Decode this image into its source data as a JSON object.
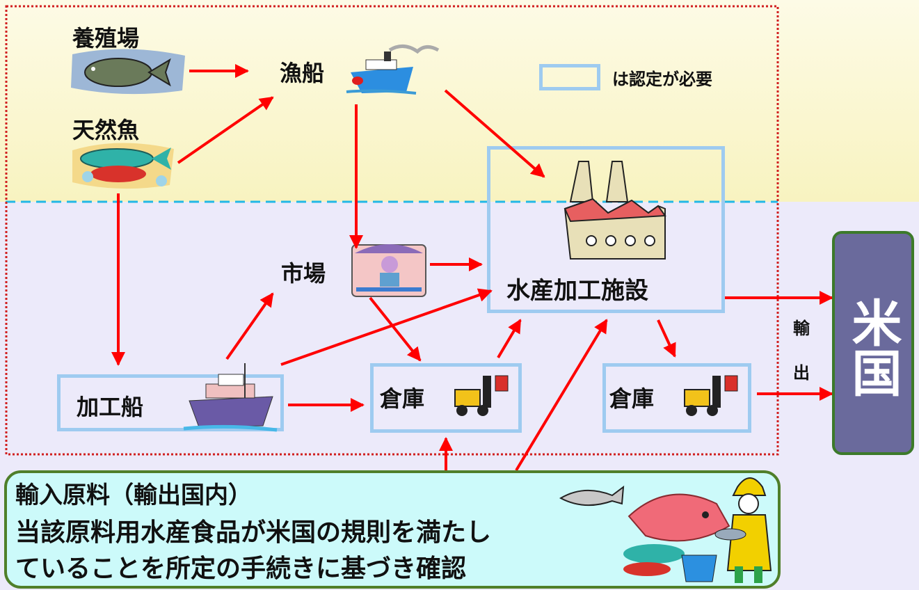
{
  "nodes": {
    "farm": "養殖場",
    "wild_fish": "天然魚",
    "fishing_boat": "漁船",
    "market": "市場",
    "processing_facility": "水産加工施設",
    "processing_ship": "加工船",
    "warehouse_1": "倉庫",
    "warehouse_2": "倉庫",
    "usa": "米国"
  },
  "export_label": [
    "輸",
    "出"
  ],
  "legend": {
    "label": "は認定が必要",
    "swatch_color": "#9ecbf0"
  },
  "imported_materials": {
    "title": "輸入原料（輸出国内）",
    "line1": "当該原料用水産食品が米国の規則を満たし",
    "line2": "ていることを所定の手続きに基づき確認"
  },
  "colors": {
    "sea_top": "#fbf6cf",
    "land_bg": "#eceafa",
    "arrow": "#ff0000",
    "dotted_border": "#d11f1f",
    "dash_line": "#22b8e6",
    "certified_box": "#9ecbf0",
    "usa_fill": "#6a6a9c",
    "usa_border": "#3c7a2a",
    "import_fill": "#ccfafa",
    "import_border": "#4f7f2a"
  }
}
